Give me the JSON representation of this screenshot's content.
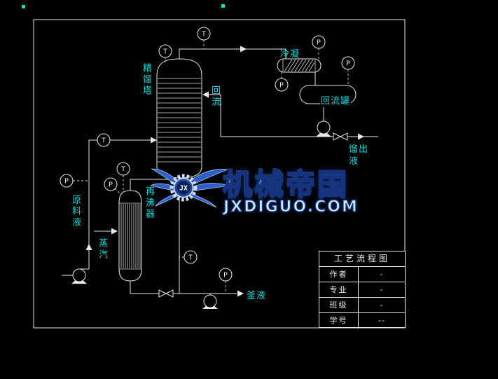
{
  "colors": {
    "background": "#000000",
    "line": "#e9e9e9",
    "label": "#00dcdc",
    "watermark_outline": "#15337e",
    "watermark_site_fill": "#cfeeff"
  },
  "labels": {
    "column": "精馏塔",
    "condenser": "冷凝",
    "reflux": "回流",
    "reflux_drum": "回流罐",
    "distillate": "馏出液",
    "feed": "原料液",
    "steam": "蒸汽",
    "reboiler": "再沸器",
    "bottoms": "釜液"
  },
  "instruments": [
    {
      "tag": "T"
    },
    {
      "tag": "T"
    },
    {
      "tag": "P"
    },
    {
      "tag": "P"
    },
    {
      "tag": "P"
    },
    {
      "tag": "T"
    },
    {
      "tag": "P"
    },
    {
      "tag": "T"
    },
    {
      "tag": "P"
    },
    {
      "tag": "T"
    },
    {
      "tag": "P"
    }
  ],
  "title_block": {
    "title": "工艺流程图",
    "rows": [
      {
        "label": "作者",
        "value": "-"
      },
      {
        "label": "专业",
        "value": "-"
      },
      {
        "label": "班级",
        "value": "-"
      },
      {
        "label": "学号",
        "value": "--"
      }
    ]
  },
  "watermark": {
    "brand": "机械帝国",
    "site": "JXDIGUO.COM",
    "monogram": "JX"
  }
}
